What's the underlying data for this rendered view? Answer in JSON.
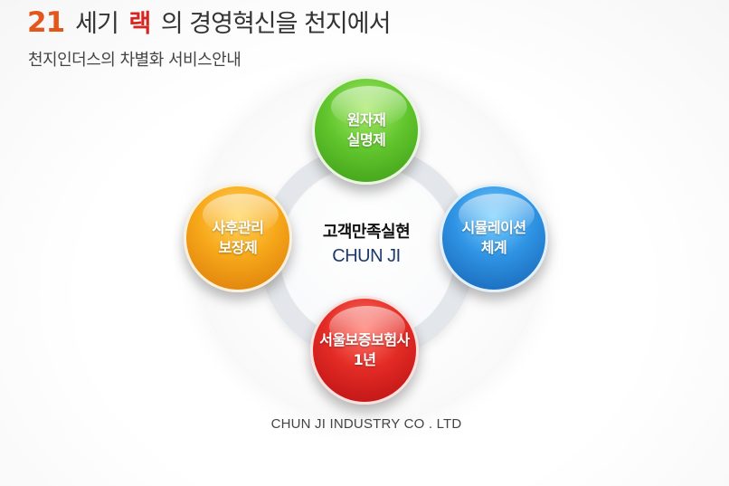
{
  "header": {
    "title_number": "21",
    "title_prefix": "세기",
    "title_accent": "랙",
    "title_suffix": "의 경영혁신을 천지에서",
    "subtitle": "천지인더스의 차별화 서비스안내"
  },
  "diagram": {
    "center": {
      "title": "고객만족실현",
      "subtitle": "CHUN JI"
    },
    "nodes": [
      {
        "label_line1": "원자재",
        "label_line2": "실명제",
        "color": "#55b82b"
      },
      {
        "label_line1": "시뮬레이션",
        "label_line2": "체계",
        "color": "#2a86d8"
      },
      {
        "label_line1": "서울보증보험사",
        "label_line2": "1년",
        "color": "#d92a22"
      },
      {
        "label_line1": "사후관리",
        "label_line2": "보장제",
        "color": "#f3a11a"
      }
    ]
  },
  "footer": {
    "company": "CHUN JI INDUSTRY CO . LTD"
  },
  "colors": {
    "title_number": "#e4571c",
    "title_accent": "#d7241f",
    "center_subtitle": "#1d3a6b"
  }
}
